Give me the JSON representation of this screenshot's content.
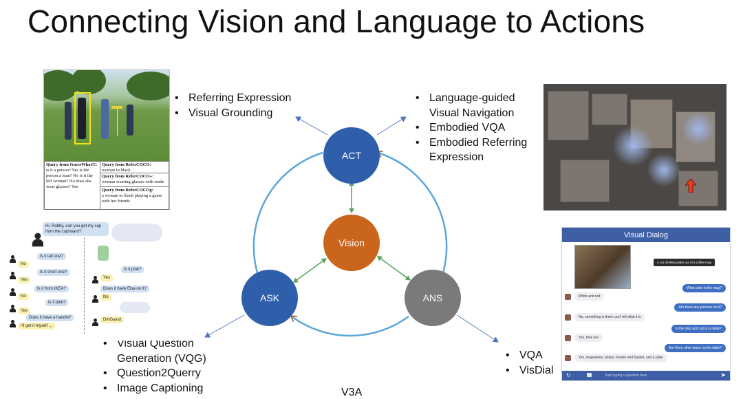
{
  "title": "Connecting Vision and Language to Actions",
  "footer_text": "V3A",
  "nodes": {
    "act": {
      "label": "ACT",
      "color": "#2f5faa"
    },
    "vision": {
      "label": "Vision",
      "color": "#c9651c"
    },
    "ask": {
      "label": "ASK",
      "color": "#2f5faa"
    },
    "ans": {
      "label": "ANS",
      "color": "#7a7a7a"
    }
  },
  "colors": {
    "cycle_arrow": "#5aa6dc",
    "inner_arrow": "#55a05a",
    "pointer_arrow": "#4a78b8",
    "arrowhead": "#b07040"
  },
  "lists": {
    "top_left": [
      "Referring Expression",
      "Visual Grounding"
    ],
    "top_right": [
      "Language-guided",
      "Visual Navigation",
      "Embodied VQA",
      "Embodied Referring",
      "Expression"
    ],
    "bottom_left": [
      "Visual Question",
      "Generation (VQG)",
      "Question2Querry",
      "Image Captioning"
    ],
    "bottom_right": [
      "VQA",
      "VisDial"
    ]
  },
  "guesswhat_panel": {
    "cells": [
      {
        "head": "Query from GuessWhat?!:",
        "body": "is it a person? Yes is the person a man? No is it the left woman? No does she wear glasses? Yes"
      },
      {
        "head": "Query from ReferCOCO:",
        "body": "woman in black"
      },
      {
        "head": "Query from ReferCOCO+:",
        "body": "woman wearing glasses with smile"
      },
      {
        "head": "Query from ReferCOCOg:",
        "body": "a woman in black playing a game with her friends"
      }
    ]
  },
  "chat_panel": {
    "intro": "Hi, Robby, can you get my cup from the cupboard?",
    "left": [
      {
        "q": "Is it tall one?",
        "a": "No"
      },
      {
        "q": "Is it short one?",
        "a": "Yes"
      },
      {
        "q": "Is it from IKEA?",
        "a": "No"
      },
      {
        "q": "Is it pink?",
        "a": "Yes"
      },
      {
        "q": "Does it have a handle?",
        "a": "I'll get it myself ..."
      }
    ],
    "right": [
      {
        "q": "Is it pink?",
        "a": "Yes"
      },
      {
        "q": "Does it have Elsa on it?",
        "a": "No"
      },
      {
        "q": "",
        "a": "DirtGuard"
      }
    ]
  },
  "visual_dialog": {
    "header": "Visual Dialog",
    "caption": "A cat drinking water out of a coffee mug",
    "messages": [
      {
        "side": "q",
        "text": "What color is the mug?"
      },
      {
        "side": "a",
        "text": "White and red"
      },
      {
        "side": "q",
        "text": "Are there any pictures on it?"
      },
      {
        "side": "a",
        "text": "No, something is there can't tell what it is"
      },
      {
        "side": "q",
        "text": "Is the mug and cat on a table?"
      },
      {
        "side": "a",
        "text": "Yes, they are"
      },
      {
        "side": "q",
        "text": "Are there other items on the table?"
      },
      {
        "side": "a",
        "text": "Yes, magazines, books, toaster and basket, and a plate"
      }
    ],
    "input_placeholder": "Start typing a question here"
  }
}
